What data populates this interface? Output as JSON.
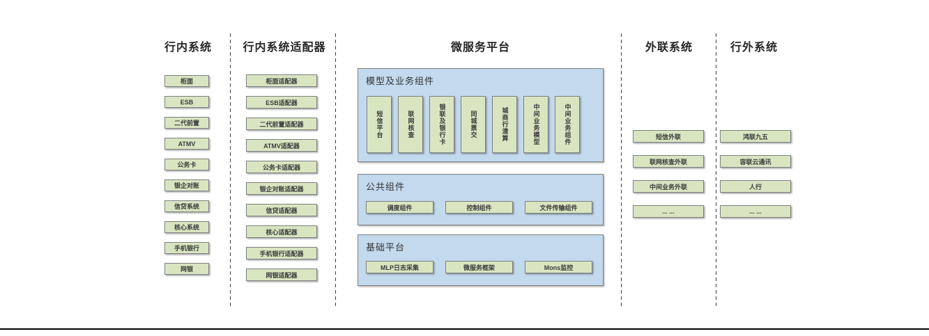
{
  "diagram": {
    "columns": [
      {
        "title": "行内系统",
        "items": [
          "柜面",
          "ESB",
          "二代前置",
          "ATMV",
          "公务卡",
          "银企对账",
          "信贷系统",
          "核心系统",
          "手机银行",
          "网银"
        ]
      },
      {
        "title": "行内系统适配器",
        "items": [
          "柜面适配器",
          "ESB适配器",
          "二代前置适配器",
          "ATMV适配器",
          "公务卡适配器",
          "银企对账适配器",
          "信贷适配器",
          "核心适配器",
          "手机银行适配器",
          "网银适配器"
        ]
      },
      {
        "title": "微服务平台"
      },
      {
        "title": "外联系统",
        "items": [
          "短信外联",
          "联网核查外联",
          "中间业务外联",
          "... ..."
        ]
      },
      {
        "title": "行外系统",
        "items": [
          "鸿联九五",
          "容联云通讯",
          "人行",
          "... ..."
        ]
      }
    ],
    "platform": {
      "sections": [
        {
          "label": "模型及业务组件",
          "items": [
            "短信平台",
            "联网核查",
            "银联及银行卡",
            "同城票交",
            "城商行清算",
            "中间业务模型",
            "中间业务组件"
          ]
        },
        {
          "label": "公共组件",
          "items": [
            "调度组件",
            "控制组件",
            "文件传输组件"
          ]
        },
        {
          "label": "基础平台",
          "items": [
            "MLP日志采集",
            "微服务框架",
            "Mons监控"
          ]
        }
      ]
    },
    "colors": {
      "component_box_fill": "#d9e5c1",
      "component_box_border": "#7f7f7f",
      "panel_fill": "#c3d9ed",
      "panel_border": "#808080",
      "text": "#3a3a3a",
      "separator": "#3c3c3c"
    }
  }
}
